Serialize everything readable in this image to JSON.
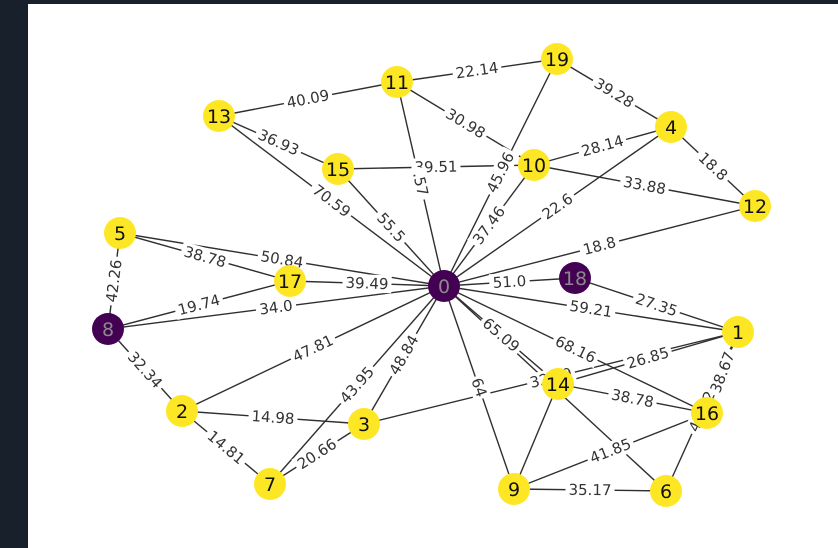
{
  "colors": {
    "yellow": "#fde725",
    "purple": "#440154",
    "edge": "#2f2f2f",
    "edge_label": "#333333",
    "background": "#ffffff",
    "frame": "#18202b"
  },
  "nodes": [
    {
      "id": "0",
      "label": "0",
      "color": "purple"
    },
    {
      "id": "1",
      "label": "1",
      "color": "yellow"
    },
    {
      "id": "2",
      "label": "2",
      "color": "yellow"
    },
    {
      "id": "3",
      "label": "3",
      "color": "yellow"
    },
    {
      "id": "4",
      "label": "4",
      "color": "yellow"
    },
    {
      "id": "5",
      "label": "5",
      "color": "yellow"
    },
    {
      "id": "6",
      "label": "6",
      "color": "yellow"
    },
    {
      "id": "7",
      "label": "7",
      "color": "yellow"
    },
    {
      "id": "8",
      "label": "8",
      "color": "purple"
    },
    {
      "id": "9",
      "label": "9",
      "color": "yellow"
    },
    {
      "id": "10",
      "label": "10",
      "color": "yellow"
    },
    {
      "id": "11",
      "label": "11",
      "color": "yellow"
    },
    {
      "id": "12",
      "label": "12",
      "color": "yellow"
    },
    {
      "id": "13",
      "label": "13",
      "color": "yellow"
    },
    {
      "id": "14",
      "label": "14",
      "color": "yellow"
    },
    {
      "id": "15",
      "label": "15",
      "color": "yellow"
    },
    {
      "id": "16",
      "label": "16",
      "color": "yellow"
    },
    {
      "id": "17",
      "label": "17",
      "color": "yellow"
    },
    {
      "id": "18",
      "label": "18",
      "color": "purple"
    },
    {
      "id": "19",
      "label": "19",
      "color": "yellow"
    }
  ],
  "edges": [
    {
      "source": "13",
      "target": "11",
      "label": "40.09"
    },
    {
      "source": "11",
      "target": "19",
      "label": "22.14"
    },
    {
      "source": "19",
      "target": "4",
      "label": "39.28"
    },
    {
      "source": "4",
      "target": "12",
      "label": "18.8"
    },
    {
      "source": "11",
      "target": "10",
      "label": "30.98"
    },
    {
      "source": "19",
      "target": "0",
      "label": "45.96"
    },
    {
      "source": "10",
      "target": "4",
      "label": "28.14"
    },
    {
      "source": "10",
      "target": "12",
      "label": "33.88"
    },
    {
      "source": "13",
      "target": "15",
      "label": "36.93"
    },
    {
      "source": "15",
      "target": "10",
      "label": "39.51"
    },
    {
      "source": "11",
      "target": "0",
      "label": ".57"
    },
    {
      "source": "13",
      "target": "0",
      "label": "70.59"
    },
    {
      "source": "15",
      "target": "0",
      "label": "55.5"
    },
    {
      "source": "10",
      "target": "0",
      "label": "37.46"
    },
    {
      "source": "4",
      "target": "0",
      "label": "22.6"
    },
    {
      "source": "12",
      "target": "0",
      "label": "18.8"
    },
    {
      "source": "5",
      "target": "17",
      "label": "38.78"
    },
    {
      "source": "5",
      "target": "0",
      "label": "50.84"
    },
    {
      "source": "5",
      "target": "8",
      "label": "42.26"
    },
    {
      "source": "17",
      "target": "0",
      "label": "39.49"
    },
    {
      "source": "8",
      "target": "17",
      "label": "19.74"
    },
    {
      "source": "8",
      "target": "0",
      "label": "34.0"
    },
    {
      "source": "0",
      "target": "18",
      "label": "51.0"
    },
    {
      "source": "18",
      "target": "1",
      "label": "27.35"
    },
    {
      "source": "0",
      "target": "1",
      "label": "59.21"
    },
    {
      "source": "8",
      "target": "2",
      "label": "32.34"
    },
    {
      "source": "2",
      "target": "0",
      "label": "47.81"
    },
    {
      "source": "2",
      "target": "3",
      "label": "14.98"
    },
    {
      "source": "2",
      "target": "7",
      "label": "14.81"
    },
    {
      "source": "7",
      "target": "0",
      "label": "43.95"
    },
    {
      "source": "3",
      "target": "0",
      "label": "48.84"
    },
    {
      "source": "7",
      "target": "3",
      "label": "20.66"
    },
    {
      "source": "3",
      "target": "1",
      "label": "32.59"
    },
    {
      "source": "0",
      "target": "9",
      "label": "64"
    },
    {
      "source": "0",
      "target": "14",
      "label": "65.09"
    },
    {
      "source": "0",
      "target": "16",
      "label": "68.16"
    },
    {
      "source": "14",
      "target": "1",
      "label": "26.85"
    },
    {
      "source": "14",
      "target": "16",
      "label": "38.78"
    },
    {
      "source": "1",
      "target": "16",
      "label": "38.67"
    },
    {
      "source": "0",
      "target": "6",
      "label": ""
    },
    {
      "source": "14",
      "target": "9",
      "label": ""
    },
    {
      "source": "9",
      "target": "16",
      "label": "41.85"
    },
    {
      "source": "9",
      "target": "6",
      "label": "35.17"
    },
    {
      "source": "6",
      "target": "1",
      "label": "49.12"
    }
  ]
}
